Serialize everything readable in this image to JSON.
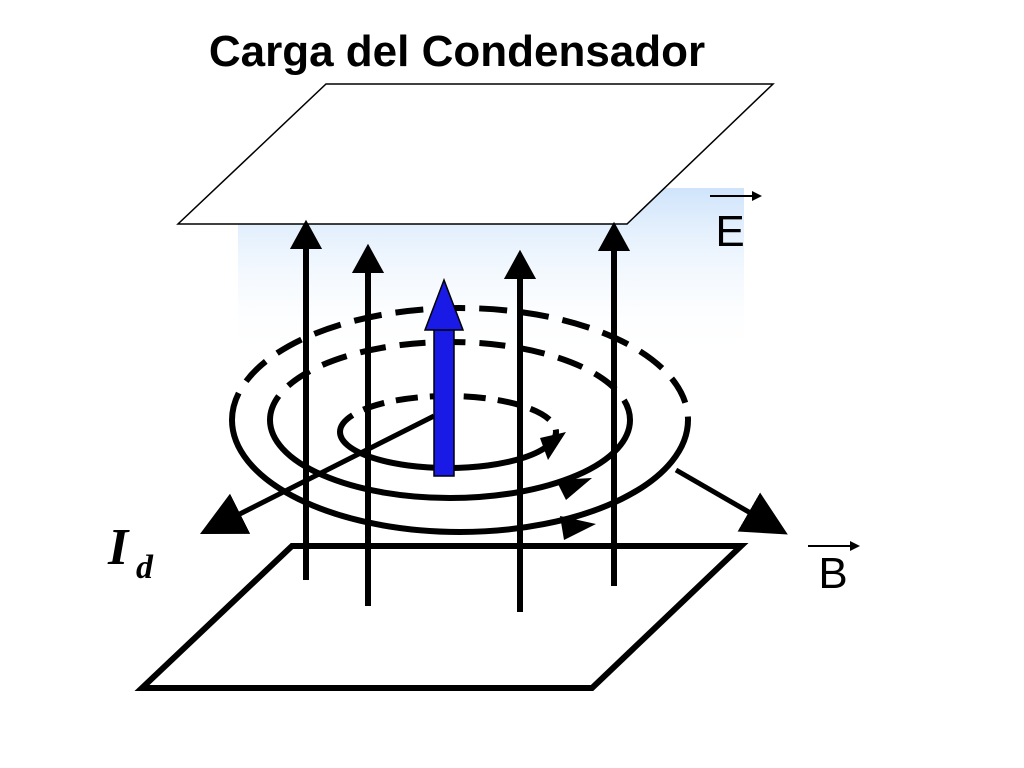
{
  "diagram": {
    "title": "Carga del Condensador",
    "labels": {
      "e_field": "E",
      "b_field": "B",
      "id_main": "I",
      "id_sub": "d"
    },
    "colors": {
      "displacement_current": "#1a1ae6",
      "field_gradient_top": "#cfe4fb",
      "lines": "#000000"
    }
  }
}
